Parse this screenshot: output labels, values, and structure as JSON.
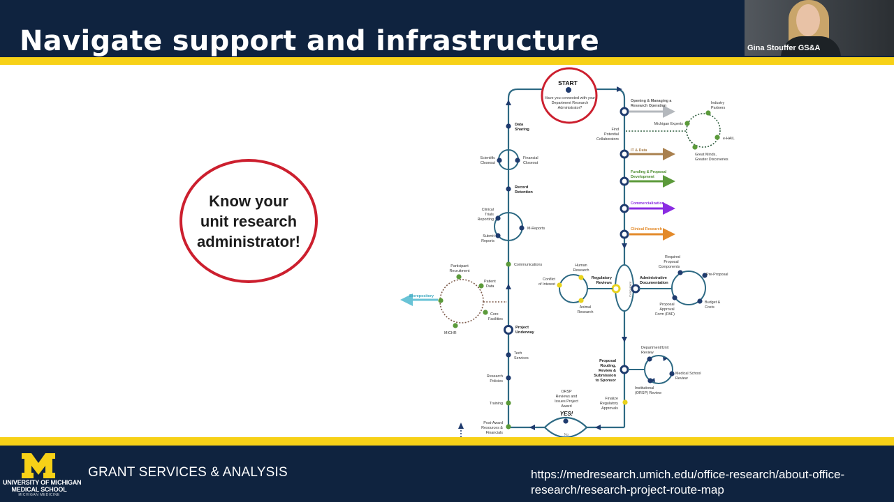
{
  "slide": {
    "title": "Navigate support and infrastructure",
    "callout": "Know your unit research administrator!"
  },
  "video": {
    "participant_name": "Gina Stouffer GS&A"
  },
  "route_map": {
    "start_title": "START",
    "start_question_l1": "Have you connected with your",
    "start_question_l2": "Department Research",
    "start_question_l3": "Administrator?",
    "left_line": {
      "data_sharing_l1": "Data",
      "data_sharing_l2": "Sharing",
      "scientific_closeout_l1": "Scientific",
      "scientific_closeout_l2": "Closeout",
      "financial_closeout_l1": "Financial",
      "financial_closeout_l2": "Closeout",
      "record_retention_l1": "Record",
      "record_retention_l2": "Retention",
      "clinical_trials_l1": "Clinical",
      "clinical_trials_l2": "Trials",
      "clinical_trials_l3": "Reporting",
      "submit_reports_l1": "Submit",
      "submit_reports_l2": "Reports",
      "m_reports": "M-Reports",
      "communications": "Communications",
      "participant_recruitment_l1": "Participant",
      "participant_recruitment_l2": "Recruitment",
      "patient_data_l1": "Patient",
      "patient_data_l2": "Data",
      "biorepository": "Biorepository",
      "core_facilities_l1": "Core",
      "core_facilities_l2": "Facilities",
      "michr": "MICHR",
      "project_underway_l1": "Project",
      "project_underway_l2": "Underway",
      "tech_services_l1": "Tech",
      "tech_services_l2": "Services",
      "research_policies_l1": "Research",
      "research_policies_l2": "Policies",
      "training": "Training",
      "post_award_l1": "Post-Award",
      "post_award_l2": "Resources &",
      "post_award_l3": "Financials"
    },
    "right_line": {
      "opening_l1": "Opening & Managing a",
      "opening_l2": "Research Operation",
      "find_collab_l1": "Find",
      "find_collab_l2": "Potential",
      "find_collab_l3": "Collaborators",
      "michigan_experts": "Michigan Experts",
      "industry_partners_l1": "Industry",
      "industry_partners_l2": "Partners",
      "ehail": "e-HAIL",
      "great_minds_l1": "Great Minds,",
      "great_minds_l2": "Greater Discoveries",
      "it_data": "IT & Data",
      "funding_l1": "Funding & Proposal",
      "funding_l2": "Development",
      "commercialization": "Commercialization",
      "clinical_research": "Clinical Research",
      "human_research_l1": "Human",
      "human_research_l2": "Research",
      "conflict_l1": "Conflict",
      "conflict_l2": "of Interest",
      "animal_research_l1": "Animal",
      "animal_research_l2": "Research",
      "regulatory_l1": "Regulatory",
      "regulatory_l2": "Reviews",
      "concurrent": "Concurrent",
      "admin_doc_l1": "Administrative",
      "admin_doc_l2": "Documentation",
      "required_l1": "Required",
      "required_l2": "Proposal",
      "required_l3": "Components",
      "pre_proposal": "Pre-Proposal",
      "paf_l1": "Proposal",
      "paf_l2": "Approval",
      "paf_l3": "Form (PAF)",
      "budget_l1": "Budget &",
      "budget_l2": "Costs",
      "routing_l1": "Proposal",
      "routing_l2": "Routing,",
      "routing_l3": "Review &",
      "routing_l4": "Submission",
      "routing_l5": "to Sponsor",
      "dept_review_l1": "Department/Unit",
      "dept_review_l2": "Review",
      "med_school_l1": "Medical School",
      "med_school_l2": "Review",
      "institutional_l1": "Institutional",
      "institutional_l2": "(ORSP) Review",
      "finalize_l1": "Finalize",
      "finalize_l2": "Regulatory",
      "finalize_l3": "Approvals",
      "orsp_l1": "ORSP",
      "orsp_l2": "Reviews and",
      "orsp_l3": "Issues Project",
      "orsp_l4": "Award",
      "yes": "YES!",
      "no": "No"
    },
    "colors": {
      "navy": "#1f3b6e",
      "track": "#2e6a84",
      "green": "#5b9a3a",
      "yellow": "#e8d21c",
      "red": "#cc1f2e",
      "purple": "#8a2be2",
      "orange": "#e38a2a",
      "brown": "#a9804e",
      "cyan": "#69c3d6"
    }
  },
  "footer": {
    "logo_line1": "UNIVERSITY OF MICHIGAN",
    "logo_line2": "MEDICAL SCHOOL",
    "logo_line3": "MICHIGAN MEDICINE",
    "department": "GRANT SERVICES & ANALYSIS",
    "url": "https://medresearch.umich.edu/office-research/about-office-research/research-project-route-map"
  }
}
